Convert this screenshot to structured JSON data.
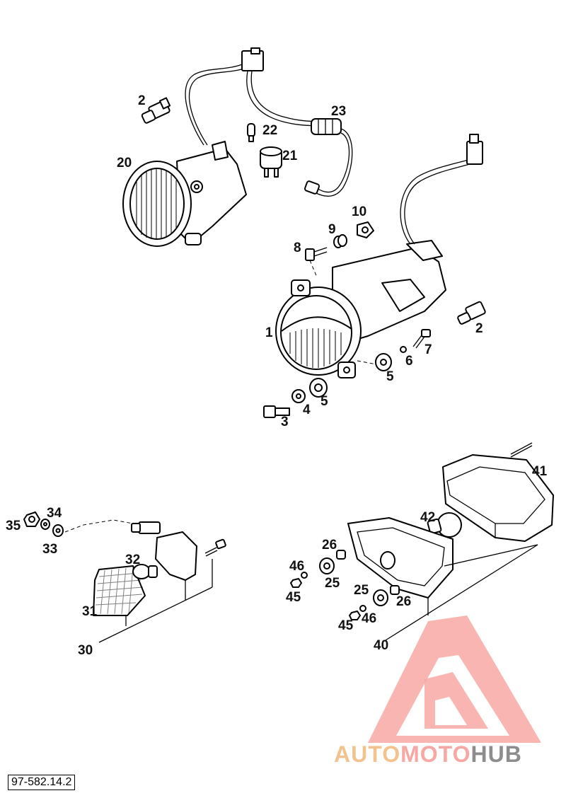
{
  "reference_number": "97-582.14.2",
  "watermark": {
    "part1": "AUTO",
    "part2": "MOTO",
    "part3": "HUB",
    "color_primary": "#f7a8a4",
    "color_secondary": "#f3c38f",
    "color_dark": "#8d8d8d"
  },
  "callouts": {
    "c1": "1",
    "c2a": "2",
    "c2b": "2",
    "c3": "3",
    "c4": "4",
    "c5a": "5",
    "c5b": "5",
    "c6": "6",
    "c7": "7",
    "c8": "8",
    "c9": "9",
    "c10": "10",
    "c20": "20",
    "c21": "21",
    "c22": "22",
    "c23": "23",
    "c25a": "25",
    "c25b": "25",
    "c26a": "26",
    "c26b": "26",
    "c30": "30",
    "c31": "31",
    "c32": "32",
    "c33": "33",
    "c34": "34",
    "c35": "35",
    "c40": "40",
    "c41": "41",
    "c42": "42",
    "c45a": "45",
    "c45b": "45",
    "c46a": "46",
    "c46b": "46"
  }
}
